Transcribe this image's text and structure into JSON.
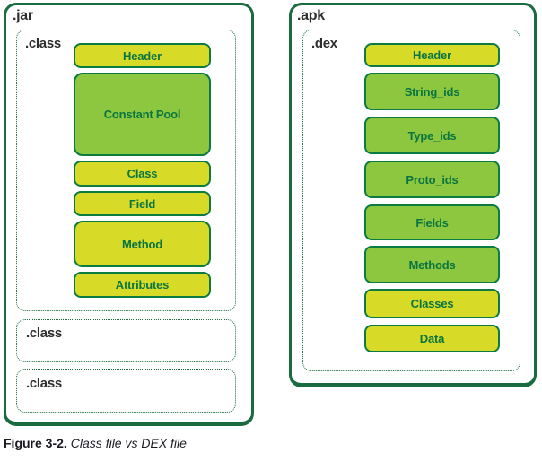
{
  "palette": {
    "panel_border_green": "#1a6b3f",
    "box_border_green": "#0b7b41",
    "box_text_green": "#0a7540",
    "yellow_fill": "#d7db28",
    "green_fill": "#8dc63f",
    "label_text": "#2e2e2e",
    "caption_text": "#1a1a22"
  },
  "jar": {
    "label": ".jar",
    "class_main": {
      "label": ".class",
      "sections": [
        {
          "label": "Header",
          "fill": "yellow"
        },
        {
          "label": "Constant Pool",
          "fill": "green"
        },
        {
          "label": "Class",
          "fill": "yellow"
        },
        {
          "label": "Field",
          "fill": "yellow"
        },
        {
          "label": "Method",
          "fill": "yellow"
        },
        {
          "label": "Attributes",
          "fill": "yellow"
        }
      ]
    },
    "class_placeholders": [
      {
        "label": ".class"
      },
      {
        "label": ".class"
      }
    ]
  },
  "apk": {
    "label": ".apk",
    "dex": {
      "label": ".dex",
      "sections": [
        {
          "label": "Header",
          "fill": "yellow"
        },
        {
          "label": "String_ids",
          "fill": "green"
        },
        {
          "label": "Type_ids",
          "fill": "green"
        },
        {
          "label": "Proto_ids",
          "fill": "green"
        },
        {
          "label": "Fields",
          "fill": "green"
        },
        {
          "label": "Methods",
          "fill": "green"
        },
        {
          "label": "Classes",
          "fill": "yellow"
        },
        {
          "label": "Data",
          "fill": "yellow"
        }
      ]
    }
  },
  "caption": {
    "label": "Figure 3-2.",
    "text": "Class file vs DEX file"
  }
}
